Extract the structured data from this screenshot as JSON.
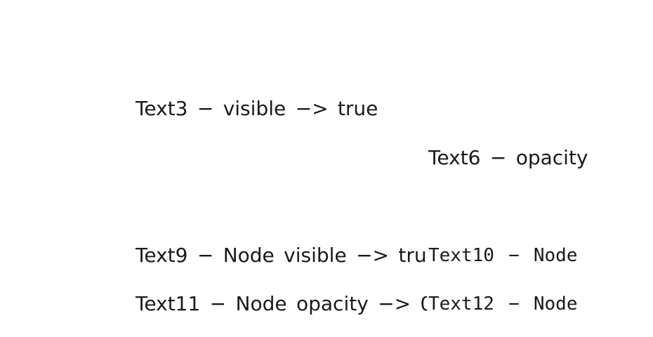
{
  "page": {
    "background_color": "#ffffff",
    "text_color": "#1a1a1a"
  },
  "labels": {
    "text3": {
      "text": "Text3 − visible −> true"
    },
    "text6": {
      "text": "Text6 − opacity"
    },
    "text9": {
      "text": "Text9 − Node visible −> true"
    },
    "text10": {
      "text": "Text10 − Node"
    },
    "text11": {
      "text": "Text11 − Node opacity −> 0"
    },
    "text12": {
      "text": "Text12 − Node"
    }
  }
}
